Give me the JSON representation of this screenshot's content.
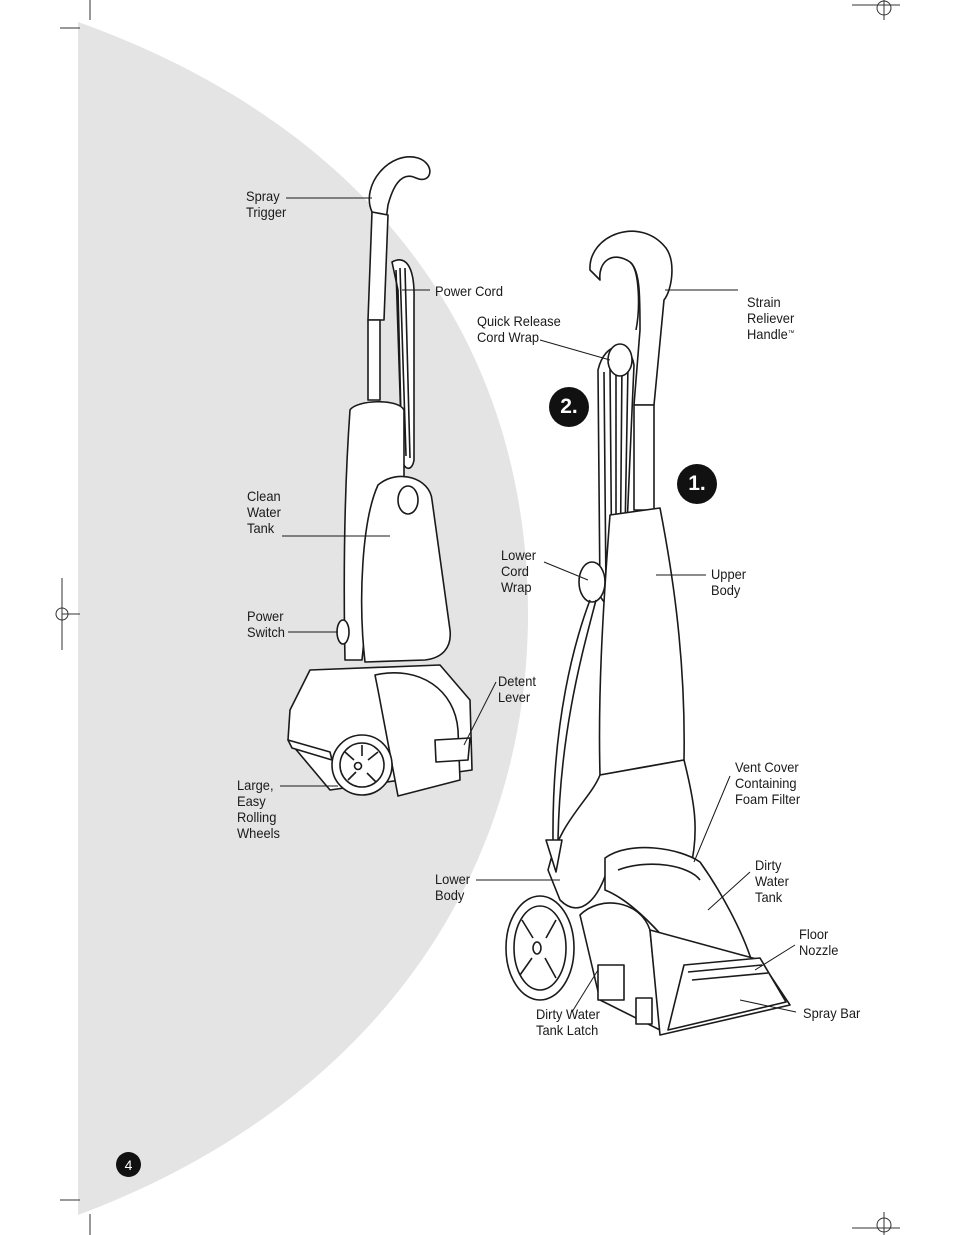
{
  "page_number": "4",
  "step_badges": {
    "one": "1.",
    "two": "2."
  },
  "left_labels": {
    "spray_trigger": "Spray\nTrigger",
    "power_cord": "Power Cord",
    "clean_water_tank": "Clean\nWater\nTank",
    "power_switch": "Power\nSwitch",
    "detent_lever": "Detent\nLever",
    "wheels": "Large,\nEasy\nRolling\nWheels"
  },
  "right_labels": {
    "strain_reliever_handle": "Strain\nReliever\nHandle",
    "trademark": "™",
    "quick_release_cord_wrap": "Quick Release\nCord Wrap",
    "lower_cord_wrap": "Lower\nCord\nWrap",
    "upper_body": "Upper\nBody",
    "vent_cover": "Vent Cover\nContaining\nFoam Filter",
    "dirty_water_tank": "Dirty\nWater\nTank",
    "floor_nozzle": "Floor\nNozzle",
    "spray_bar": "Spray Bar",
    "lower_body": "Lower\nBody",
    "dirty_water_tank_latch": "Dirty Water\nTank Latch"
  },
  "colors": {
    "background_arc": "#e4e4e4",
    "line": "#1a1a1a",
    "badge": "#111111"
  }
}
